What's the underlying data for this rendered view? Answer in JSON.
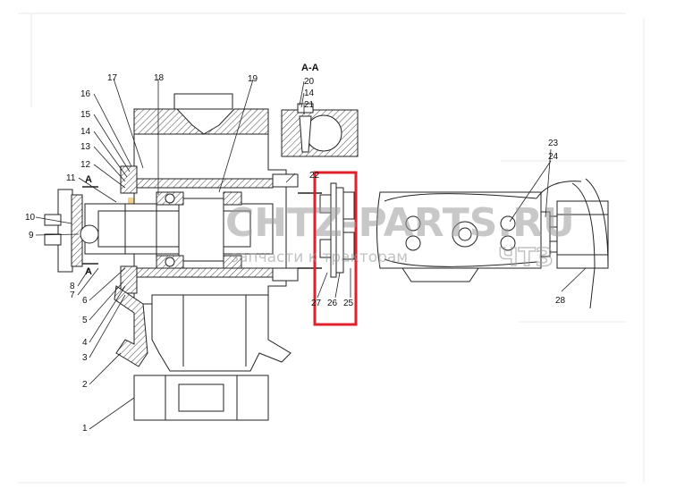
{
  "section_label": "A-A",
  "section_marks": [
    "A",
    "A"
  ],
  "watermark": {
    "brand": "CHTZ-PARTS.RU",
    "tagline": "запчасти к тракторам",
    "tag": "ЧТЗ",
    "color": "#9a9a9a",
    "gear_color": "#f2c66a"
  },
  "highlight": {
    "color": "#e0202a",
    "items": [
      "27",
      "26",
      "25"
    ]
  },
  "callouts": [
    "1",
    "2",
    "3",
    "4",
    "5",
    "6",
    "7",
    "8",
    "9",
    "10",
    "11",
    "12",
    "13",
    "14",
    "15",
    "16",
    "17",
    "18",
    "19",
    "20",
    "14",
    "21",
    "22",
    "23",
    "24",
    "27",
    "26",
    "25",
    "28"
  ]
}
